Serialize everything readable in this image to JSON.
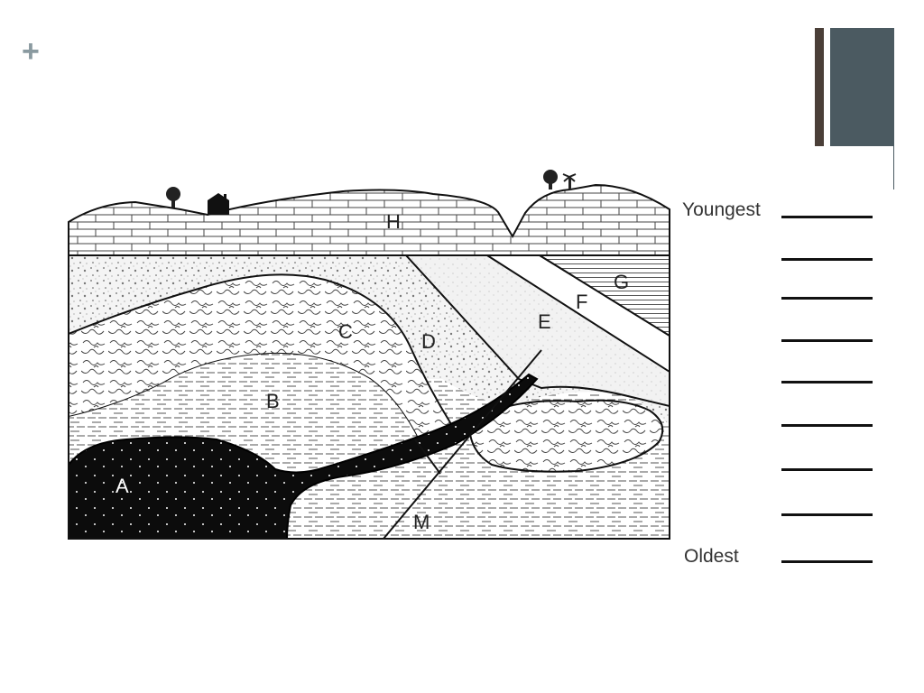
{
  "layer_labels": {
    "A": "A",
    "B": "B",
    "C": "C",
    "D": "D",
    "E": "E",
    "F": "F",
    "G": "G",
    "H": "H",
    "M": "M"
  },
  "age_scale": {
    "top_label": "Youngest",
    "bottom_label": "Oldest"
  },
  "answer_blanks": [
    "",
    "",
    "",
    "",
    "",
    "",
    "",
    "",
    ""
  ],
  "colors": {
    "accent_dark": "#4a3f38",
    "accent_slate": "#4b5a61",
    "ink": "#111111"
  }
}
